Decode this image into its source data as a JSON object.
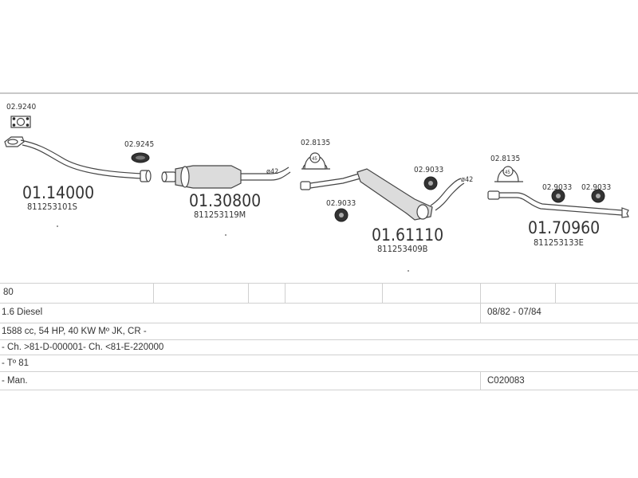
{
  "diagram": {
    "parts": [
      {
        "number": "01.14000",
        "oem": "811253101S"
      },
      {
        "number": "01.30800",
        "oem": "811253119M"
      },
      {
        "number": "01.61110",
        "oem": "811253409B"
      },
      {
        "number": "01.70960",
        "oem": "811253133E"
      }
    ],
    "fittings": [
      {
        "code": "02.9240"
      },
      {
        "code": "02.9245"
      },
      {
        "code": "02.8135"
      },
      {
        "code": "02.9033"
      },
      {
        "code": "02.9033"
      },
      {
        "code": "02.8135"
      },
      {
        "code": "02.9033"
      },
      {
        "code": "02.9033"
      }
    ],
    "diameters": [
      "ø42",
      "ø42"
    ],
    "clamp_label": "45"
  },
  "vehicle": {
    "model": "80",
    "engine": "1.6 Diesel",
    "years": "08/82 - 07/84",
    "specs": "1588 cc, 54 HP, 40 KW Mº JK, CR -",
    "chassis": "- Ch. >81-D-000001- Ch. <81-E-220000",
    "type": "- Tº 81",
    "transmission": "- Man.",
    "kit_code": "C020083"
  }
}
